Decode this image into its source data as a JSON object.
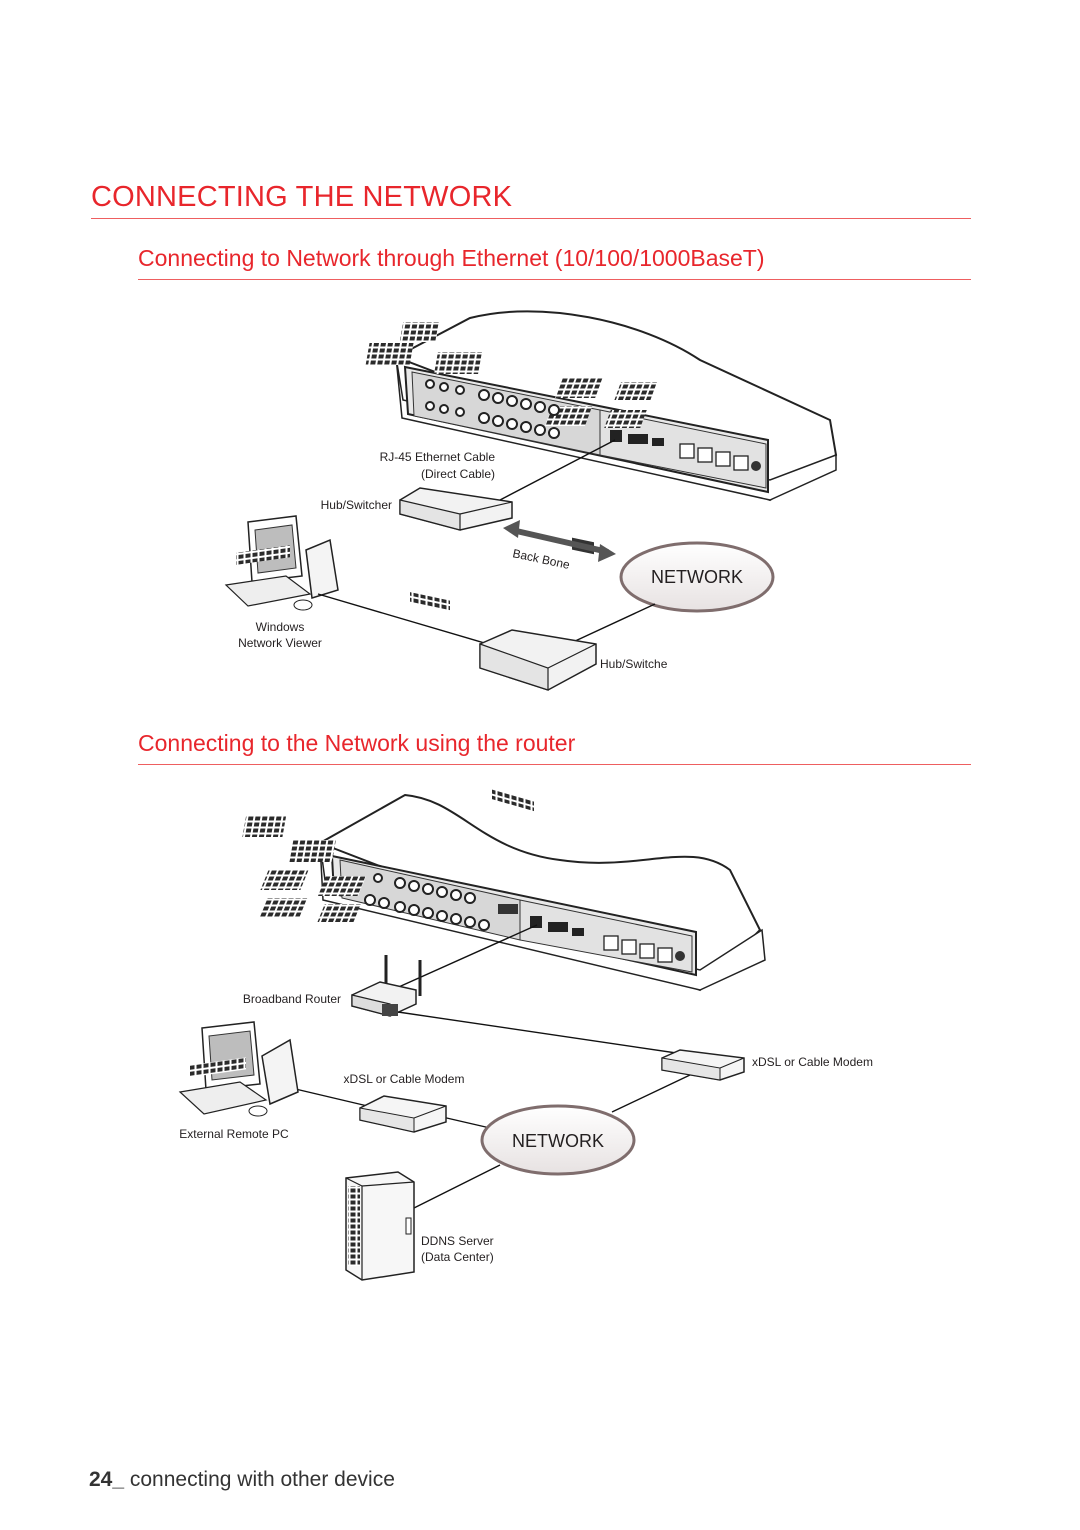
{
  "page_title": "CONNECTING THE NETWORK",
  "section1": {
    "heading": "Connecting to Network through Ethernet (10/100/1000BaseT)",
    "labels": {
      "cable_line1": "RJ-45 Ethernet Cable",
      "cable_line2": "(Direct Cable)",
      "hub_top": "Hub/Switcher",
      "backbone": "Back Bone",
      "network": "NETWORK",
      "viewer_line1": "Windows",
      "viewer_line2": "Network Viewer",
      "hub_bottom": "Hub/Switche"
    }
  },
  "section2": {
    "heading": "Connecting to the Network using the router",
    "labels": {
      "router": "Broadband Router",
      "modem_right": "xDSL or Cable Modem",
      "modem_left": "xDSL or Cable Modem",
      "remote_pc": "External Remote PC",
      "network": "NETWORK",
      "ddns_line1": "DDNS Server",
      "ddns_line2": "(Data Center)"
    }
  },
  "footer": {
    "page_number": "24_",
    "section_name": " connecting with other device"
  },
  "colors": {
    "heading_red": "#e8262c",
    "rule_red": "#ee5e60",
    "network_fill": "#f1eded"
  },
  "icons": [
    "dvr-device",
    "hub-switch",
    "desktop-pc",
    "broadband-router",
    "modem",
    "server-tower",
    "backbone-arrow"
  ]
}
